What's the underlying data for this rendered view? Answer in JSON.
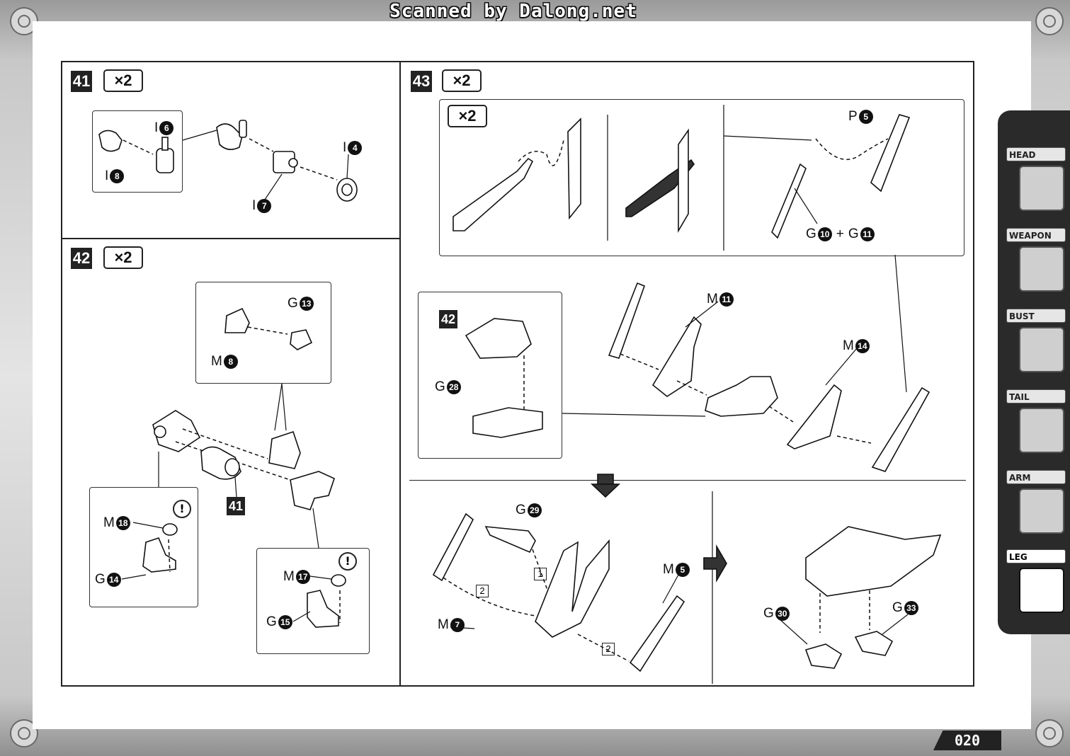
{
  "header": {
    "scanner_credit": "Scanned by Dalong.net"
  },
  "steps": {
    "s41": {
      "number": "41",
      "multiplier": "×2",
      "parts": [
        {
          "letter": "I",
          "num": "6"
        },
        {
          "letter": "I",
          "num": "8"
        },
        {
          "letter": "I",
          "num": "4"
        },
        {
          "letter": "I",
          "num": "7"
        }
      ]
    },
    "s42": {
      "number": "42",
      "multiplier": "×2",
      "parts": {
        "g13": {
          "letter": "G",
          "num": "13"
        },
        "m8": {
          "letter": "M",
          "num": "8"
        },
        "m18": {
          "letter": "M",
          "num": "18"
        },
        "g14": {
          "letter": "G",
          "num": "14"
        },
        "m17": {
          "letter": "M",
          "num": "17"
        },
        "g15": {
          "letter": "G",
          "num": "15"
        }
      },
      "ref_step": "41",
      "warning_mark": "!"
    },
    "s43": {
      "number": "43",
      "multiplier": "×2",
      "sub_multiplier": "×2",
      "parts": {
        "p5": {
          "letter": "P",
          "num": "5"
        },
        "g10": {
          "letter": "G",
          "num": "10"
        },
        "plus": "+",
        "g11": {
          "letter": "G",
          "num": "11"
        },
        "m11": {
          "letter": "M",
          "num": "11"
        },
        "m14": {
          "letter": "M",
          "num": "14"
        },
        "g28": {
          "letter": "G",
          "num": "28"
        },
        "g29": {
          "letter": "G",
          "num": "29"
        },
        "m5": {
          "letter": "M",
          "num": "5"
        },
        "m7": {
          "letter": "M",
          "num": "7"
        },
        "g30": {
          "letter": "G",
          "num": "30"
        },
        "g33": {
          "letter": "G",
          "num": "33"
        }
      },
      "ref_step": "42",
      "order_1": "1",
      "order_2a": "2",
      "order_2b": "2"
    }
  },
  "side_tabs": [
    {
      "label": "HEAD",
      "icon": "head-icon",
      "active": false
    },
    {
      "label": "WEAPON",
      "icon": "weapon-icon",
      "active": false
    },
    {
      "label": "BUST",
      "icon": "bust-icon",
      "active": false
    },
    {
      "label": "TAIL",
      "icon": "tail-icon",
      "active": false
    },
    {
      "label": "ARM",
      "icon": "arm-icon",
      "active": false
    },
    {
      "label": "LEG",
      "icon": "leg-icon",
      "active": true
    }
  ],
  "page_number": "020"
}
